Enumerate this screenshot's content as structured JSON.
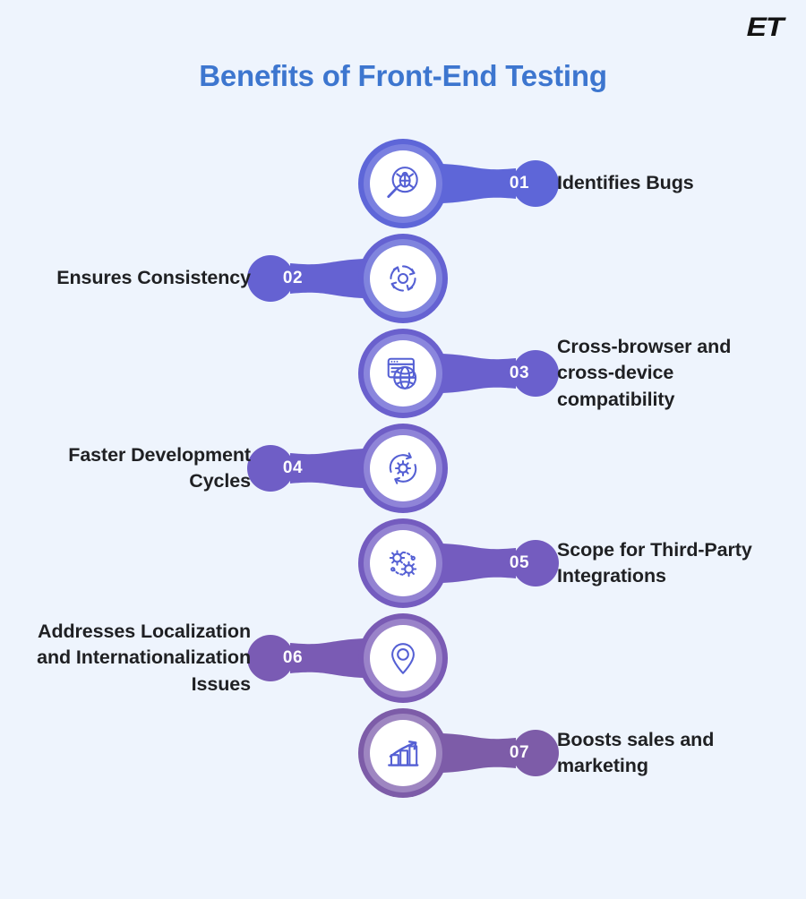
{
  "brand": {
    "logo_text": "ET"
  },
  "header": {
    "title": "Benefits of Front-End Testing"
  },
  "colors": {
    "background": "#eef4fd",
    "title": "#3d76cf",
    "label_text": "#1f2023",
    "badge_text": "#ffffff",
    "row1": "#5e66d8",
    "row2": "#6562d2",
    "row3": "#6a60cd",
    "row4": "#6f5ec6",
    "row5": "#745cbf",
    "row6": "#7a5bb4",
    "row7": "#7d5ca8",
    "icon_stroke": "#5560d4",
    "icon_face": "#ffffff"
  },
  "items": [
    {
      "number": "01",
      "label": "Identifies Bugs",
      "icon": "bug-search-icon",
      "side": "right",
      "color": "#5e66d8",
      "ring": "#7a80e0"
    },
    {
      "number": "02",
      "label": "Ensures Consistency",
      "icon": "target-sync-icon",
      "side": "left",
      "color": "#6562d2",
      "ring": "#8084de"
    },
    {
      "number": "03",
      "label": "Cross-browser and cross-device compatibility",
      "icon": "browser-globe-icon",
      "side": "right",
      "color": "#6a60cd",
      "ring": "#8a86dd"
    },
    {
      "number": "04",
      "label": "Faster Development Cycles",
      "icon": "gear-refresh-icon",
      "side": "left",
      "color": "#6f5ec6",
      "ring": "#8f84d8"
    },
    {
      "number": "05",
      "label": "Scope for Third-Party Integrations",
      "icon": "gears-integration-icon",
      "side": "right",
      "color": "#745cbf",
      "ring": "#9383d2"
    },
    {
      "number": "06",
      "label": "Addresses Localization and Internationalization Issues",
      "icon": "map-pin-icon",
      "side": "left",
      "color": "#7a5bb4",
      "ring": "#9a83c9"
    },
    {
      "number": "07",
      "label": "Boosts sales and marketing",
      "icon": "growth-chart-icon",
      "side": "right",
      "color": "#7d5ca8",
      "ring": "#9e86c1"
    }
  ]
}
